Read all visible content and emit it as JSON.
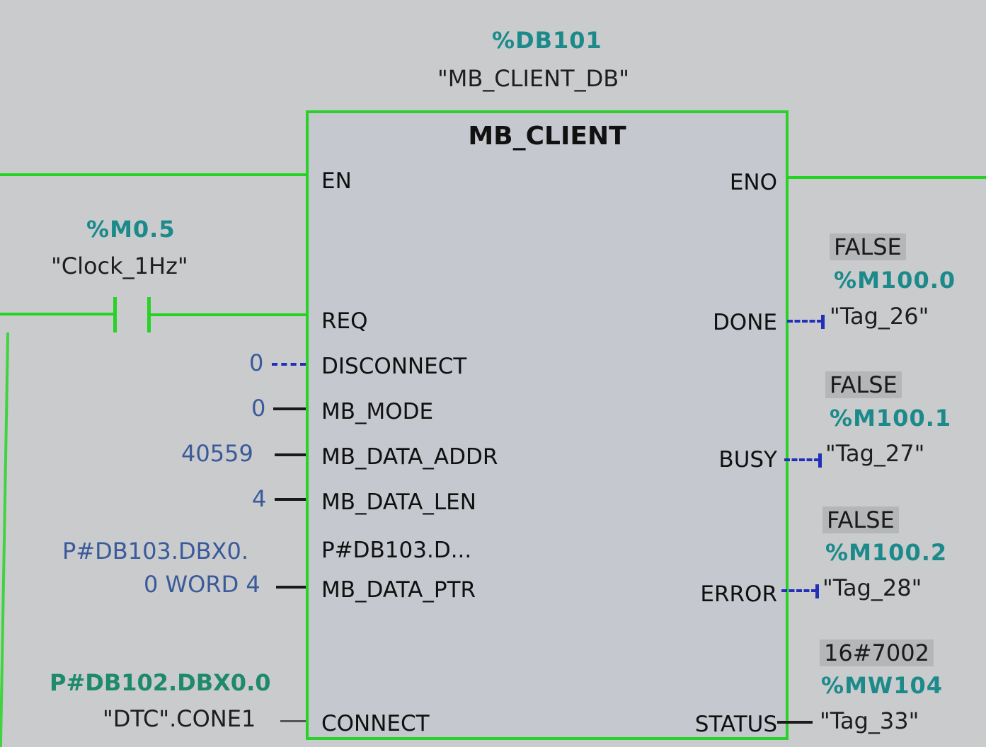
{
  "instance": {
    "address": "%DB101",
    "name": "\"MB_CLIENT_DB\""
  },
  "block": {
    "title": "MB_CLIENT",
    "inputs": [
      {
        "pin": "EN"
      },
      {
        "pin": "REQ",
        "address": "%M0.5",
        "symbol": "\"Clock_1Hz\"",
        "connection": "contact"
      },
      {
        "pin": "DISCONNECT",
        "value": "0"
      },
      {
        "pin": "MB_MODE",
        "value": "0"
      },
      {
        "pin": "MB_DATA_ADDR",
        "value": "40559"
      },
      {
        "pin": "MB_DATA_LEN",
        "value": "4"
      },
      {
        "pin": "MB_DATA_PTR",
        "value_line1": "P#DB103.DBX0.",
        "value_line2": "0 WORD 4",
        "monitor": "P#DB103.D..."
      },
      {
        "pin": "CONNECT",
        "address": "P#DB102.DBX0.0",
        "symbol": "\"DTC\".CONE1"
      }
    ],
    "outputs": [
      {
        "pin": "ENO"
      },
      {
        "pin": "DONE",
        "monitor": "FALSE",
        "address": "%M100.0",
        "symbol": "\"Tag_26\""
      },
      {
        "pin": "BUSY",
        "monitor": "FALSE",
        "address": "%M100.1",
        "symbol": "\"Tag_27\""
      },
      {
        "pin": "ERROR",
        "monitor": "FALSE",
        "address": "%M100.2",
        "symbol": "\"Tag_28\""
      },
      {
        "pin": "STATUS",
        "monitor": "16#7002",
        "address": "%MW104",
        "symbol": "\"Tag_33\""
      }
    ]
  },
  "colors": {
    "powerflow": "#2ad12a",
    "address": "#1c8a8a",
    "constant": "#3a5a9a",
    "false_signal": "#2230b8"
  }
}
